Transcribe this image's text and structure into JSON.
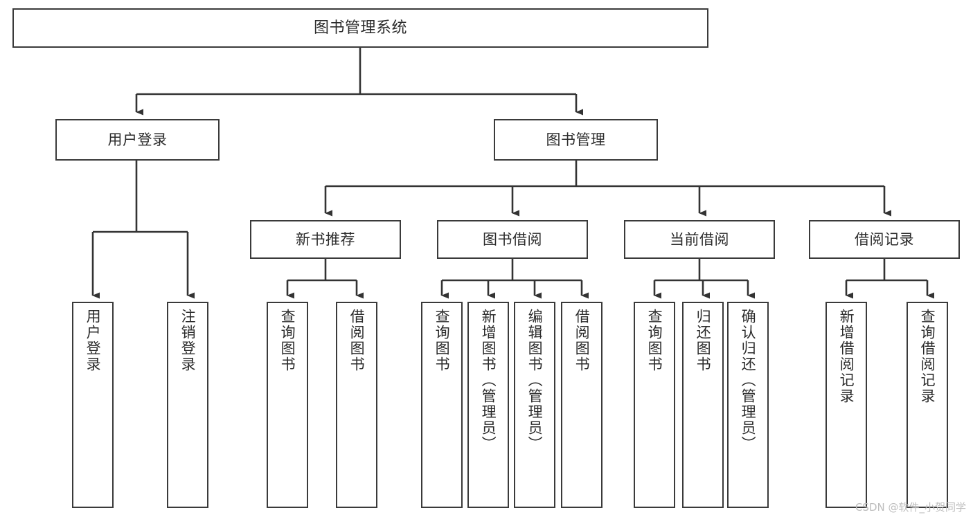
{
  "diagram": {
    "type": "tree-hierarchy",
    "title": "图书管理系统",
    "orientation": "top-down",
    "colors": {
      "box_border": "#3a3a3a",
      "box_fill": "#ffffff",
      "connector": "#333333",
      "text": "#2b2b2b",
      "watermark": "#bdbdbd",
      "canvas": "#ffffff"
    },
    "root": {
      "label": "图书管理系统"
    },
    "level2": [
      {
        "label": "用户登录"
      },
      {
        "label": "图书管理"
      }
    ],
    "level3": [
      {
        "label": "新书推荐"
      },
      {
        "label": "图书借阅"
      },
      {
        "label": "当前借阅"
      },
      {
        "label": "借阅记录"
      }
    ],
    "leaves": {
      "user_login": [
        {
          "label": "用户登录"
        },
        {
          "label": "注销登录"
        }
      ],
      "new_book_recommend": [
        {
          "label": "查询图书"
        },
        {
          "label": "借阅图书"
        }
      ],
      "book_borrow": [
        {
          "label": "查询图书"
        },
        {
          "label": "新增图书（管理员）"
        },
        {
          "label": "编辑图书（管理员）"
        },
        {
          "label": "借阅图书"
        }
      ],
      "current_borrow": [
        {
          "label": "查询图书"
        },
        {
          "label": "归还图书"
        },
        {
          "label": "确认归还（管理员）"
        }
      ],
      "borrow_record": [
        {
          "label": "新增借阅记录"
        },
        {
          "label": "查询借阅记录"
        }
      ]
    }
  },
  "watermark": {
    "text": "CSDN @软件_小贺同学"
  }
}
